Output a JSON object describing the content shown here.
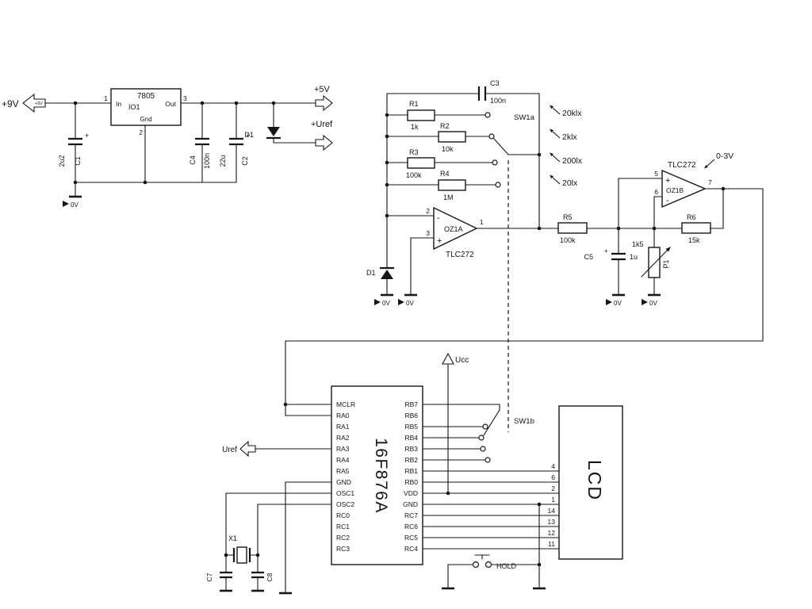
{
  "gnd": "0V",
  "power": {
    "vin_label": "+9V",
    "vin_arrow_text": "+9V",
    "out_5v": "+5V",
    "out_uref": "+Uref",
    "regulator": {
      "part": "7805",
      "ref": "IO1",
      "pin_in": "In",
      "pin_out": "Out",
      "pin_gnd": "Gnd",
      "n1": "1",
      "n2": "2",
      "n3": "3"
    },
    "c1": {
      "ref": "C1",
      "value": "2u2",
      "plus": "+"
    },
    "c2": {
      "ref": "C2",
      "value": "22u",
      "plus": "+"
    },
    "c4": {
      "ref": "C4",
      "value": "100n"
    },
    "d1": {
      "ref": "D1"
    }
  },
  "analog": {
    "c3": {
      "ref": "C3",
      "value": "100n"
    },
    "r1": {
      "ref": "R1",
      "value": "1k"
    },
    "r2": {
      "ref": "R2",
      "value": "10k"
    },
    "r3": {
      "ref": "R3",
      "value": "100k"
    },
    "r4": {
      "ref": "R4",
      "value": "1M"
    },
    "r5": {
      "ref": "R5",
      "value": "100k"
    },
    "r6": {
      "ref": "R6",
      "value": "15k"
    },
    "c5": {
      "ref": "C5",
      "value": "1u",
      "plus": "+"
    },
    "p1": {
      "ref": "P1",
      "value": "1k5"
    },
    "sw1a": "SW1a",
    "ranges": [
      "20klx",
      "2klx",
      "200lx",
      "20lx"
    ],
    "photodiode": {
      "ref": "D1"
    },
    "opamp_a": {
      "ref": "OZ1A",
      "part": "TLC272",
      "pin_inv": "2",
      "pin_noninv": "3",
      "pin_out": "1",
      "plus": "+",
      "minus": "-"
    },
    "opamp_b": {
      "ref": "OZ1B",
      "part": "TLC272",
      "pin_inv": "6",
      "pin_noninv": "5",
      "pin_out": "7",
      "plus": "+",
      "minus": "-"
    },
    "output_label": "0-3V"
  },
  "mcu": {
    "part": "16F876A",
    "left_pins": [
      "MCLR",
      "RA0",
      "RA1",
      "RA2",
      "RA3",
      "RA4",
      "RA5",
      "GND",
      "OSC1",
      "OSC2",
      "RC0",
      "RC1",
      "RC2",
      "RC3"
    ],
    "right_pins": [
      "RB7",
      "RB6",
      "RB5",
      "RB4",
      "RB3",
      "RB2",
      "RB1",
      "RB0",
      "VDD",
      "GND",
      "RC7",
      "RC6",
      "RC5",
      "RC4"
    ],
    "ucc": "Ucc",
    "uref": "Uref",
    "x1": "X1",
    "c7": "C7",
    "c8": "C8",
    "sw1b": "SW1b",
    "hold": "HOLD"
  },
  "lcd": {
    "label": "LCD",
    "pins": [
      "4",
      "6",
      "2",
      "1",
      "14",
      "13",
      "12",
      "11"
    ]
  }
}
